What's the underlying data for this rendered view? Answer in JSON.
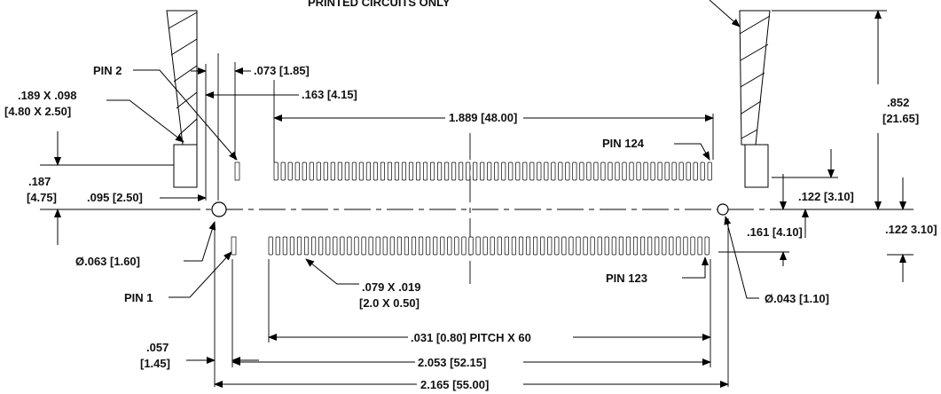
{
  "header_note": "PRINTED CIRCUITS ONLY",
  "labels": {
    "pin2": "PIN 2",
    "pin1": "PIN 1",
    "pin124": "PIN 124",
    "pin123": "PIN 123",
    "dim_073": ".073 [1.85]",
    "dim_163": ".163 [4.15]",
    "dim_1889": "1.889 [48.00]",
    "dim_189_l1": ".189 X .098",
    "dim_189_l2": "[4.80 X 2.50]",
    "dim_187_l1": ".187",
    "dim_187_l2": "[4.75]",
    "dim_095": ".095 [2.50]",
    "dim_852_l1": ".852",
    "dim_852_l2": "[21.65]",
    "dim_122": ".122 [3.10]",
    "dim_161": ".161 [4.10]",
    "dim_122b": ".122 3.10]",
    "dia_063": "Ø.063 [1.60]",
    "dia_043": "Ø.043 [1.10]",
    "dim_079_l1": ".079 X .019",
    "dim_079_l2": "[2.0 X 0.50]",
    "pitch": ".031 [0.80] PITCH X 60",
    "dim_057_l1": ".057",
    "dim_057_l2": "[1.45]",
    "dim_2053": "2.053 [52.15]",
    "dim_2165": "2.165 [55.00]"
  },
  "pads": {
    "top_row_count": 62,
    "bottom_row_count": 62
  }
}
